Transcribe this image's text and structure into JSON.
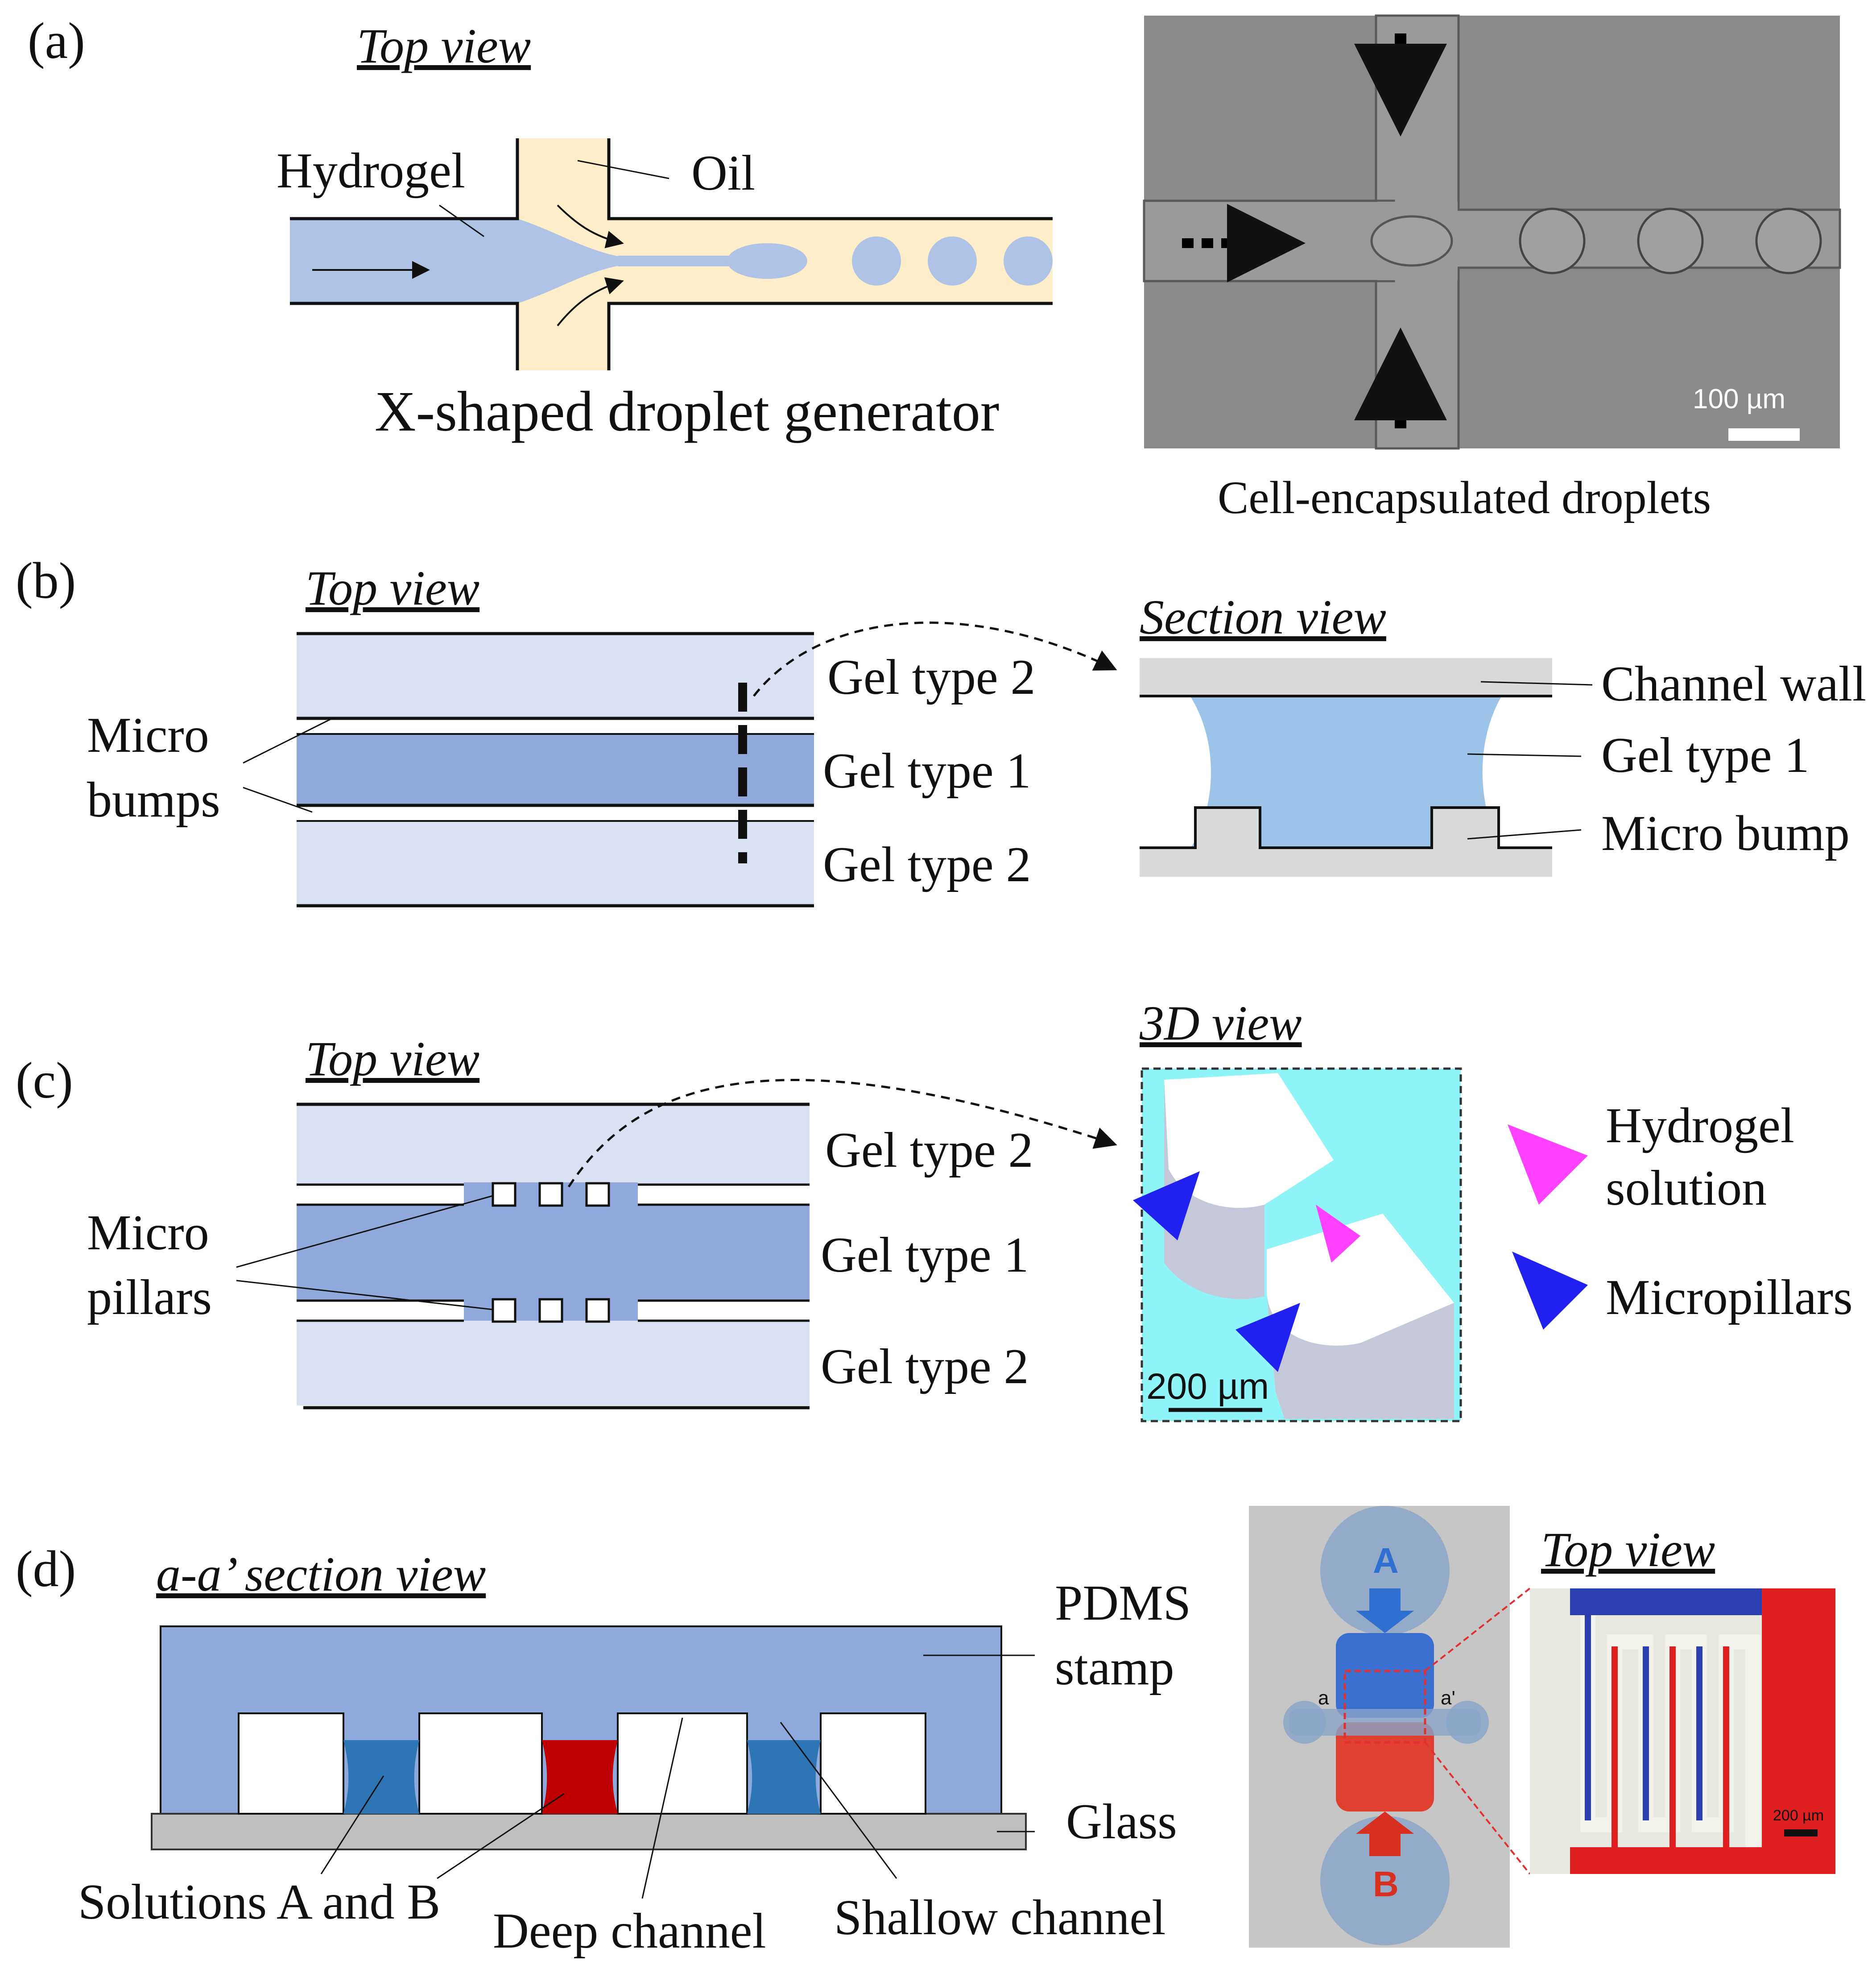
{
  "colors": {
    "hydrogel": "#aec3e6",
    "oil": "#fdeec9",
    "gel1": "#8fa9dd",
    "gel2": "#d9e1f2",
    "gel_section": "#9cc3e8",
    "wall": "#d9d9d9",
    "pdms": "#8ea9db",
    "glass": "#bfbfbf",
    "solution_blue": "#2e75b6",
    "solution_red": "#c00000",
    "pink_arrow": "#ff40ff",
    "blue_arrow": "#2020f0",
    "cyan_bg": "#8ff4f8"
  },
  "panel_a": {
    "label": "(a)",
    "heading": "Top view",
    "hydrogel": "Hydrogel",
    "oil": "Oil",
    "caption": "X-shaped droplet generator",
    "scale": "100 µm",
    "photo_caption": "Cell-encapsulated droplets"
  },
  "panel_b": {
    "label": "(b)",
    "heading": "Top view",
    "micro_bumps": [
      "Micro",
      "bumps"
    ],
    "gel2_top": "Gel type 2",
    "gel1": "Gel type 1",
    "gel2_bottom": "Gel type 2",
    "section_heading": "Section view",
    "channel_wall": "Channel wall",
    "gel_type_1": "Gel type 1",
    "micro_bump": "Micro bump"
  },
  "panel_c": {
    "label": "(c)",
    "heading": "Top view",
    "micro_pillars": [
      "Micro",
      "pillars"
    ],
    "gel2_top": "Gel type 2",
    "gel1": "Gel type 1",
    "gel2_bottom": "Gel type 2",
    "view3d_heading": "3D view",
    "scale": "200 µm",
    "hydrogel_solution": [
      "Hydrogel",
      "solution"
    ],
    "micropillars": "Micropillars"
  },
  "panel_d": {
    "label": "(d)",
    "heading": "a-a’ section view",
    "pdms": [
      "PDMS",
      "stamp"
    ],
    "glass": "Glass",
    "solutions": "Solutions  A and  B",
    "deep": "Deep  channel",
    "shallow": "Shallow  channel",
    "inlet_a": "A",
    "inlet_b": "B",
    "section_a": "a",
    "section_a_prime": "a'",
    "top_view": "Top view",
    "scale": "200 µm"
  }
}
